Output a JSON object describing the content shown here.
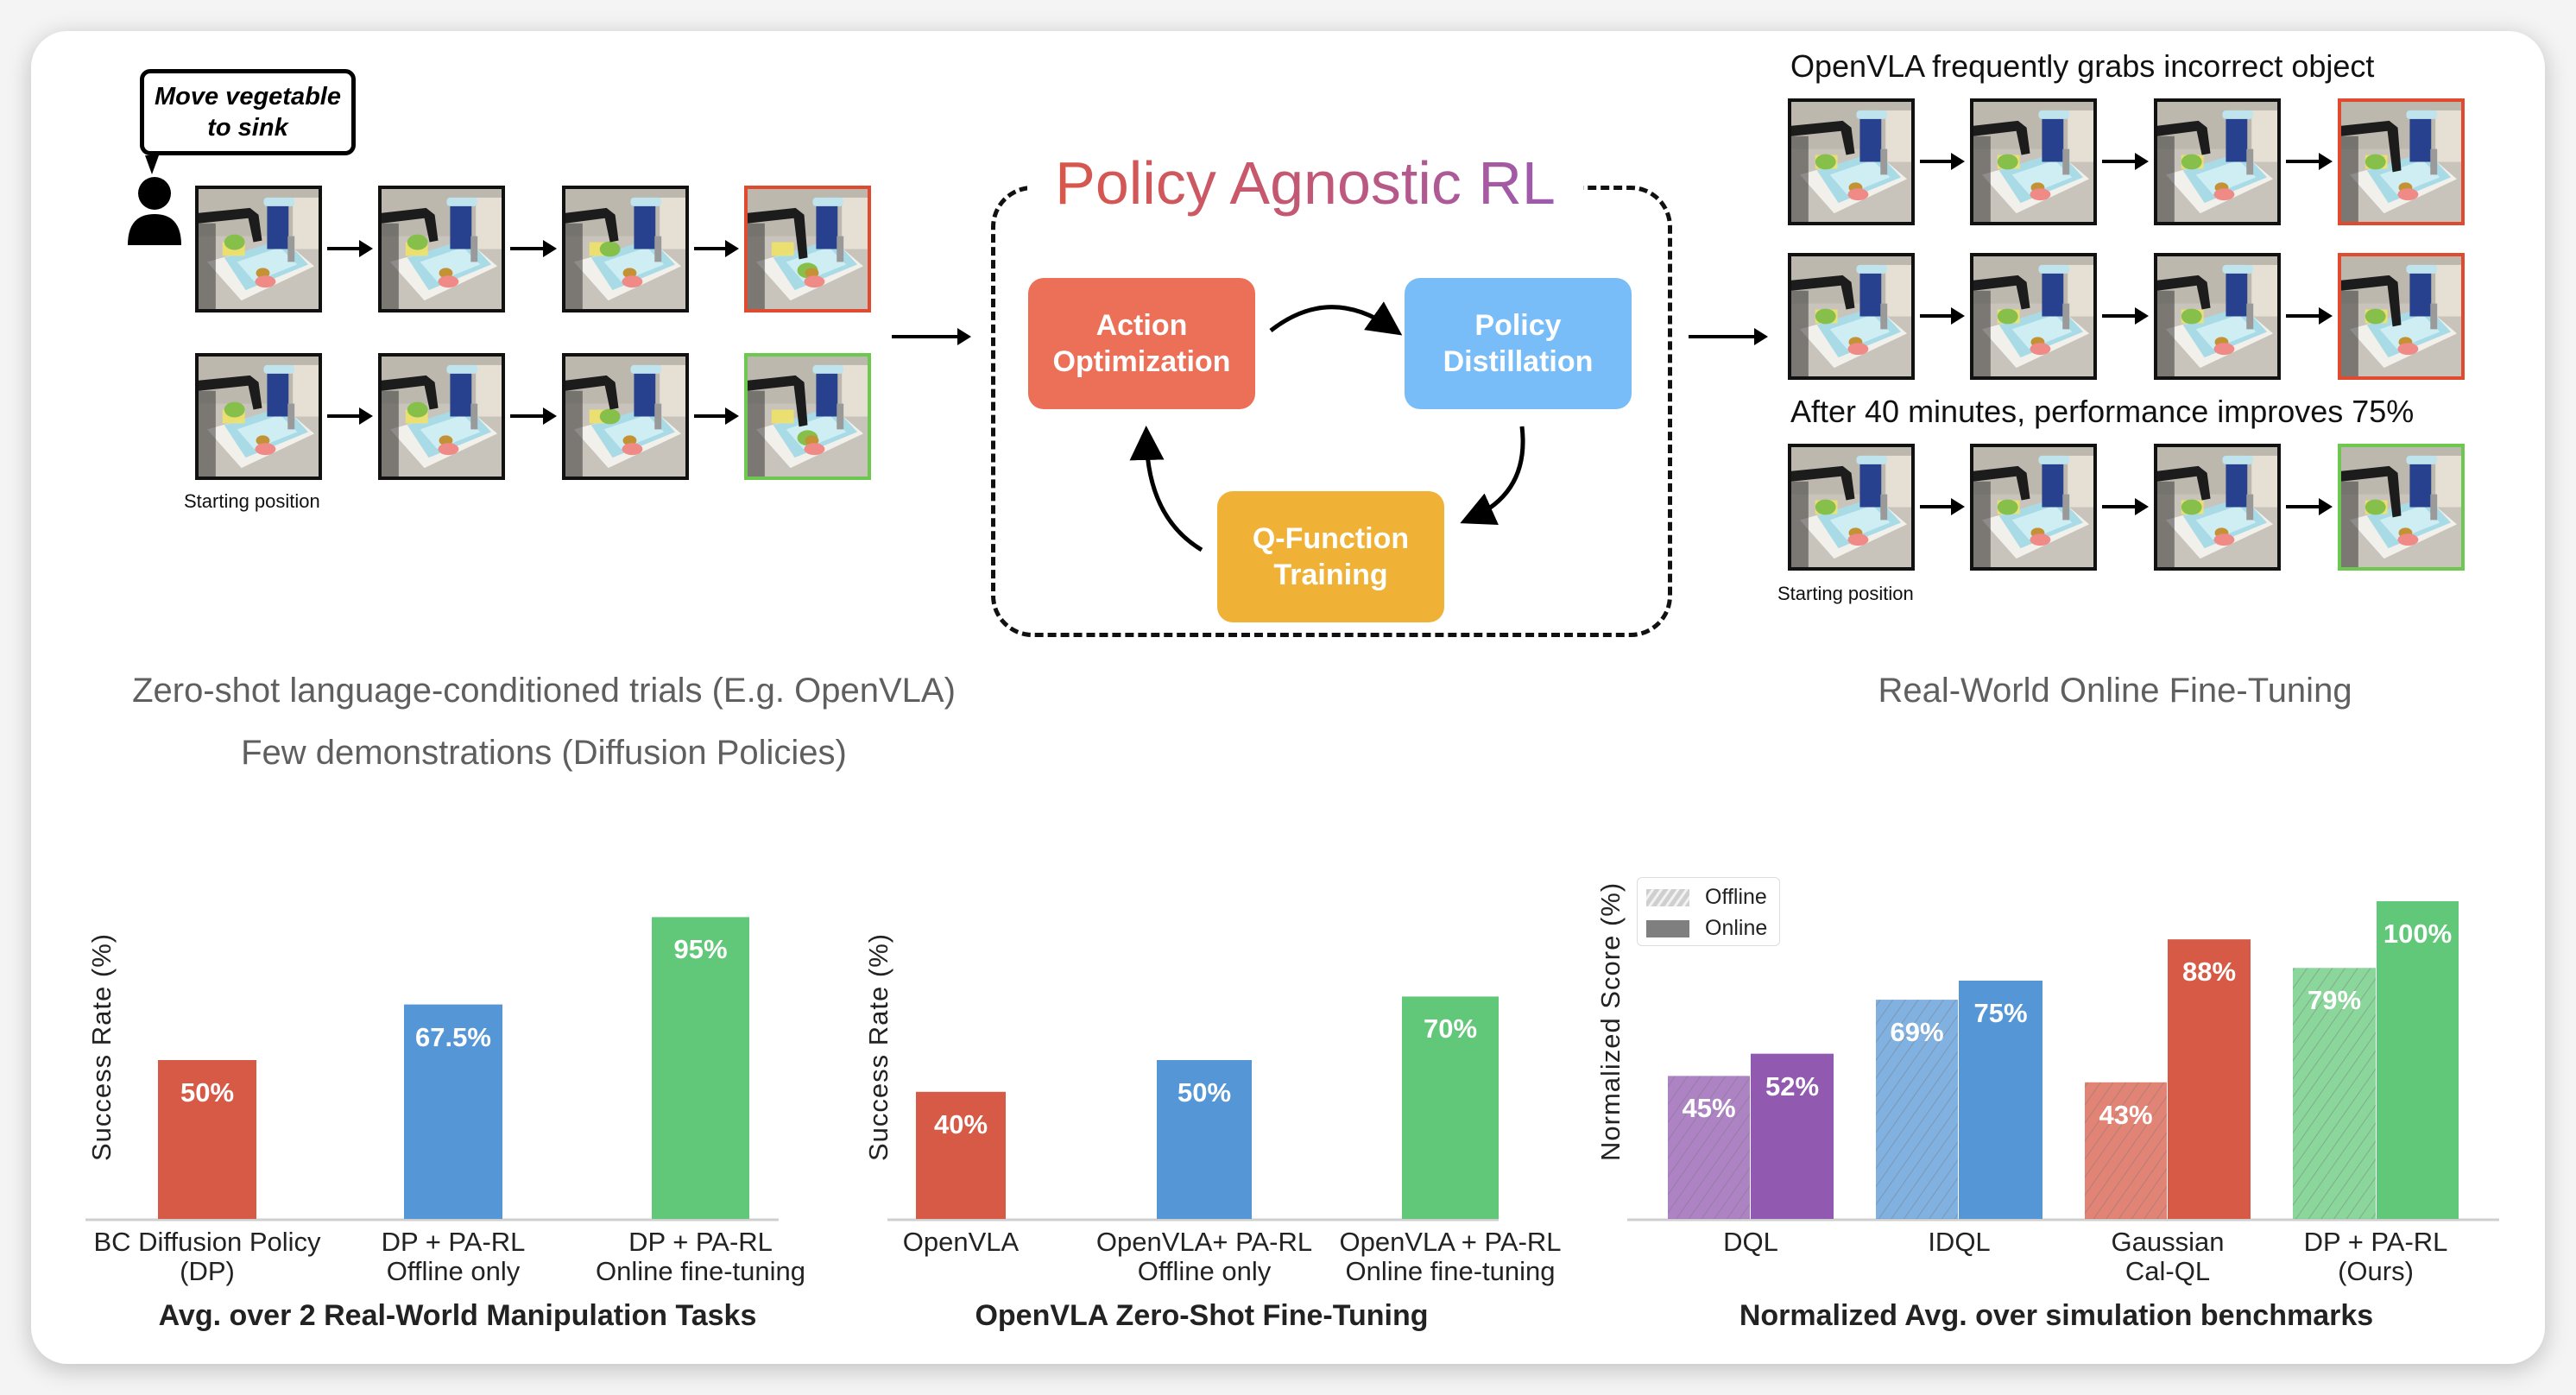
{
  "instruction_bubble": "Move vegetable to sink",
  "instruction_lines": [
    "Move vegetable",
    "to sink"
  ],
  "left_panel": {
    "starting_label": "Starting position",
    "rows": [
      {
        "outcome": "fail",
        "frames": 4
      },
      {
        "outcome": "success",
        "frames": 4
      }
    ]
  },
  "pa_rl": {
    "title": "Policy Agnostic RL",
    "stages": [
      {
        "label_lines": [
          "Action",
          "Optimization"
        ],
        "color": "#ec6f57"
      },
      {
        "label_lines": [
          "Policy",
          "Distillation"
        ],
        "color": "#78bdf8"
      },
      {
        "label_lines": [
          "Q-Function",
          "Training"
        ],
        "color": "#efb236"
      }
    ]
  },
  "right_panel": {
    "title_top": "OpenVLA frequently grabs incorrect object",
    "title_bottom": "After 40 minutes, performance improves 75%",
    "starting_label": "Starting position",
    "rows": [
      {
        "outcome": "fail"
      },
      {
        "outcome": "fail"
      },
      {
        "outcome": "success"
      }
    ]
  },
  "captions": {
    "left_line1": "Zero-shot language-conditioned trials (E.g. OpenVLA)",
    "left_line2": "Few demonstrations (Diffusion Policies)",
    "right": "Real-World Online Fine-Tuning"
  },
  "colors": {
    "fail_border": "#e04a2f",
    "success_border": "#6cc84f",
    "red": "#d65a46",
    "blue": "#5597d6",
    "green": "#62c879",
    "purple": "#9159b0"
  },
  "chart_data": [
    {
      "type": "bar",
      "title": "Avg. over 2 Real-World Manipulation Tasks",
      "ylabel": "Success Rate (%)",
      "xlabel": "",
      "ylim": [
        0,
        100
      ],
      "grid": false,
      "categories": [
        [
          "BC Diffusion Policy",
          "(DP)"
        ],
        [
          "DP + PA-RL",
          "Offline only"
        ],
        [
          "DP + PA-RL",
          "Online fine-tuning"
        ]
      ],
      "values": [
        50,
        67.5,
        95
      ],
      "labels": [
        "50%",
        "67.5%",
        "95%"
      ],
      "bar_colors": [
        "#d65a46",
        "#5597d6",
        "#62c879"
      ]
    },
    {
      "type": "bar",
      "title": "OpenVLA Zero-Shot Fine-Tuning",
      "ylabel": "Success Rate (%)",
      "xlabel": "",
      "ylim": [
        0,
        100
      ],
      "grid": false,
      "categories": [
        [
          "OpenVLA"
        ],
        [
          "OpenVLA+ PA-RL",
          "Offline only"
        ],
        [
          "OpenVLA + PA-RL",
          "Online fine-tuning"
        ]
      ],
      "values": [
        40,
        50,
        70
      ],
      "labels": [
        "40%",
        "50%",
        "70%"
      ],
      "bar_colors": [
        "#d65a46",
        "#5597d6",
        "#62c879"
      ]
    },
    {
      "type": "bar",
      "title": "Normalized Avg. over simulation benchmarks",
      "ylabel": "Normalized Score (%)",
      "xlabel": "",
      "ylim": [
        0,
        100
      ],
      "grid": false,
      "legend": {
        "position": "top-left",
        "entries": [
          "Offline",
          "Online"
        ]
      },
      "categories": [
        [
          "DQL"
        ],
        [
          "IDQL"
        ],
        [
          "Gaussian",
          "Cal-QL"
        ],
        [
          "DP + PA-RL",
          "(Ours)"
        ]
      ],
      "series": [
        {
          "name": "Offline",
          "values": [
            45,
            69,
            43,
            79
          ],
          "labels": [
            "45%",
            "69%",
            "43%",
            "79%"
          ],
          "hatched": true
        },
        {
          "name": "Online",
          "values": [
            52,
            75,
            88,
            100
          ],
          "labels": [
            "52%",
            "75%",
            "88%",
            "100%"
          ],
          "hatched": false
        }
      ],
      "bar_colors": [
        "#9159b0",
        "#5597d6",
        "#d65a46",
        "#62c879"
      ]
    }
  ]
}
